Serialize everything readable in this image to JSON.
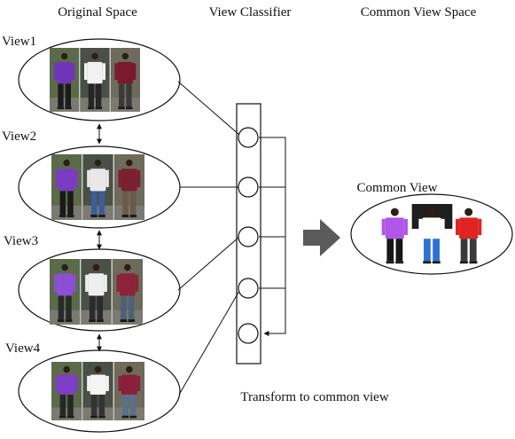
{
  "headers": {
    "original": "Original Space",
    "classifier": "View Classifier",
    "common_space": "Common View Space"
  },
  "views": [
    {
      "label": "View1",
      "people": [
        {
          "shirt": "#6f35b8",
          "pants": "#1b1b1b"
        },
        {
          "shirt": "#f2f2f2",
          "pants": "#262626"
        },
        {
          "shirt": "#7a1a2c",
          "pants": "#3a3a3a"
        }
      ]
    },
    {
      "label": "View2",
      "people": [
        {
          "shirt": "#7b3cc4",
          "pants": "#1a1a1a"
        },
        {
          "shirt": "#e8e8e8",
          "pants": "#3b5e9a"
        },
        {
          "shirt": "#7a2030",
          "pants": "#6b5a48"
        }
      ]
    },
    {
      "label": "View3",
      "people": [
        {
          "shirt": "#8a4fd2",
          "pants": "#2a2a2a"
        },
        {
          "shirt": "#eeeeee",
          "pants": "#2b2b2b"
        },
        {
          "shirt": "#8b2438",
          "pants": "#4a6278"
        }
      ]
    },
    {
      "label": "View4",
      "people": [
        {
          "shirt": "#7d3dc6",
          "pants": "#262626"
        },
        {
          "shirt": "#f5f5f5",
          "pants": "#333333"
        },
        {
          "shirt": "#8a1f3a",
          "pants": "#5a6f8a"
        }
      ]
    }
  ],
  "common_view": {
    "label": "Common View",
    "people": [
      {
        "shirt": "#b057e8",
        "pants": "#161616"
      },
      {
        "shirt": "#ffffff",
        "pants": "#2f6fd8"
      },
      {
        "shirt": "#e02424",
        "pants": "#3a3a3a"
      }
    ]
  },
  "caption": "Transform to common view",
  "colors": {
    "stroke": "#111111",
    "arrow": "#5a5a5a",
    "background": "#ffffff"
  }
}
